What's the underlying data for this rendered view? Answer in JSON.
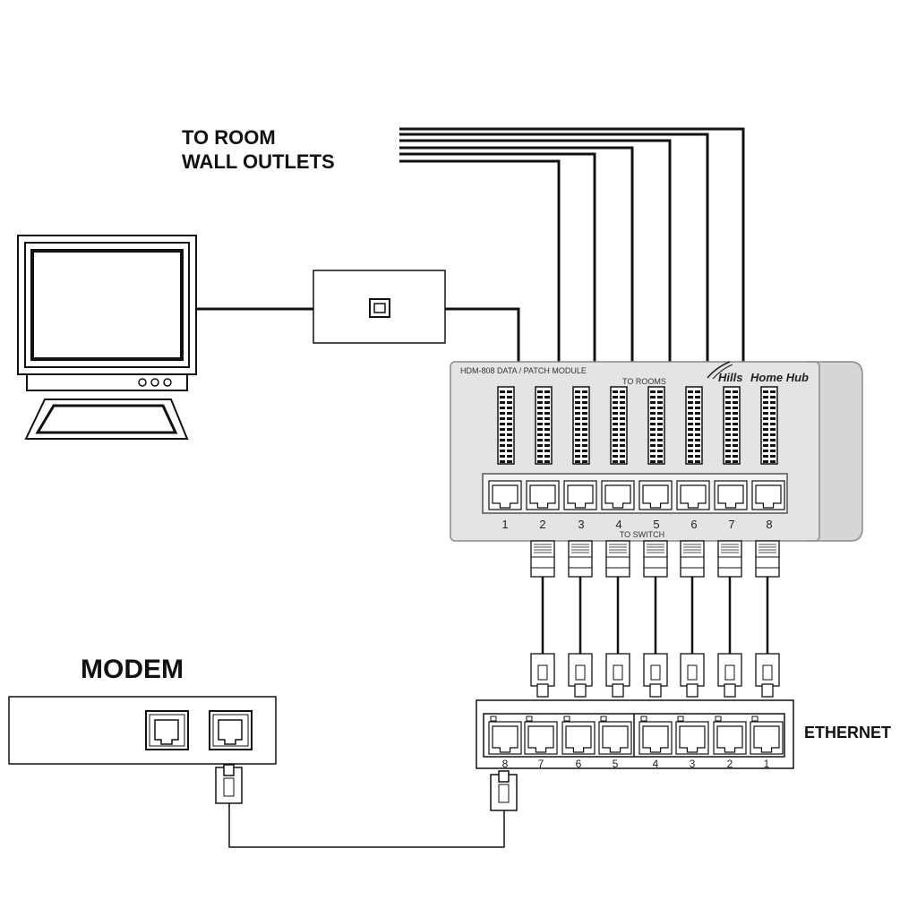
{
  "labels": {
    "to_room": "TO ROOM",
    "wall_outlets": "WALL OUTLETS",
    "modem": "MODEM",
    "ethernet": "ETHERNET"
  },
  "patch_module": {
    "model": "HDM-808 DATA / PATCH MODULE",
    "to_rooms": "TO ROOMS",
    "brand_prefix": "Hills",
    "brand_suffix": "Home Hub",
    "to_switch": "TO SWITCH",
    "port_numbers": [
      "1",
      "2",
      "3",
      "4",
      "5",
      "6",
      "7",
      "8"
    ]
  },
  "switch": {
    "port_numbers": [
      "8",
      "7",
      "6",
      "5",
      "4",
      "3",
      "2",
      "1"
    ]
  },
  "colors": {
    "line": "#111111",
    "module_fill": "#e4e4e4",
    "module_stroke": "#8a8a8a"
  }
}
